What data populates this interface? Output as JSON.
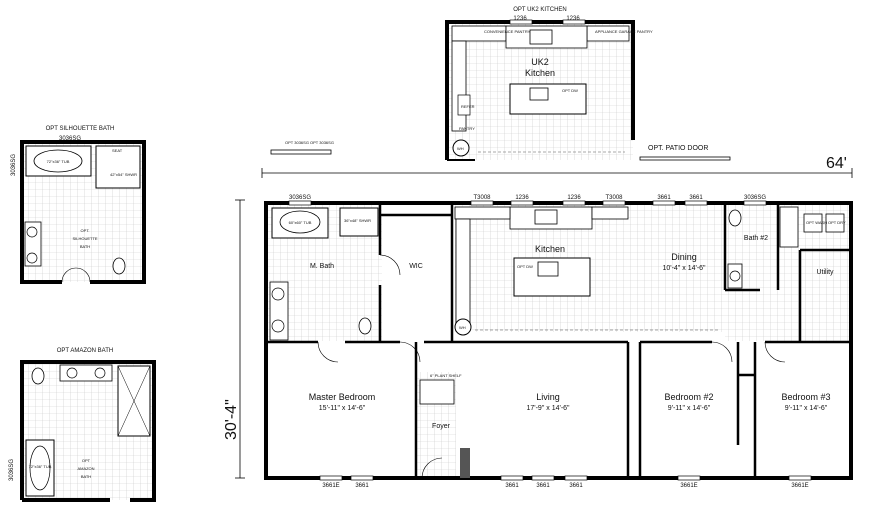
{
  "overall": {
    "width": "64'",
    "depth": "30'-4\""
  },
  "uk2": {
    "title": "OPT UK2 KITCHEN",
    "win_a": "1236",
    "win_b": "1236",
    "room": "UK2",
    "room2": "Kitchen",
    "conv_pantry": "CONVENIENCE PANTRY",
    "appliance": "APPLIANCE GARAGE PANTRY",
    "refer": "REFER",
    "dw": "OPT DW",
    "wh": "WH",
    "pantry": "PANTRY"
  },
  "patio": {
    "label": "OPT. PATIO DOOR"
  },
  "small_windows": {
    "a": "OPT 3036SG",
    "b": "OPT 3036SG"
  },
  "silhouette": {
    "title": "OPT SILHOUETTE BATH",
    "window_top": "3036SG",
    "window_side": "3036SG",
    "tub": "72\"x36\" TUB",
    "seat": "SEAT",
    "shower": "42\"x54\" SHWR",
    "name1": "OPT.",
    "name2": "SILHOUETTE",
    "name3": "BATH"
  },
  "amazon": {
    "title": "OPT AMAZON BATH",
    "window_side": "3036SG",
    "tub": "72\"x36\" TUB",
    "name1": "OPT",
    "name2": "AMAZON",
    "name3": "BATH"
  },
  "plan": {
    "top_windows": [
      "3036SG",
      "T3008",
      "1236",
      "1236",
      "T3008",
      "3661",
      "3661",
      "3036SG"
    ],
    "bottom_windows": [
      "3661E",
      "3661",
      "3661",
      "3661",
      "3661",
      "3661E",
      "3661E"
    ],
    "m_bath": "M. Bath",
    "m_tub": "60\"x60\" TUB",
    "m_shower": "36\"x48\" SHWR",
    "wic": "WIC",
    "kitchen": "Kitchen",
    "dining": {
      "name": "Dining",
      "size": "10'-4\" x 14'-6\""
    },
    "bath2": "Bath #2",
    "utility": "Utility",
    "master": {
      "name": "Master Bedroom",
      "size": "15'-11\" x 14'-6\""
    },
    "foyer": "Foyer",
    "plant_shelf": "6\" PLANT SHELF",
    "living": {
      "name": "Living",
      "size": "17'-9\" x 14'-6\""
    },
    "bed2": {
      "name": "Bedroom #2",
      "size": "9'-11\" x 14'-6\""
    },
    "bed3": {
      "name": "Bedroom #3",
      "size": "9'-11\" x 14'-6\""
    },
    "opt_dw": "OPT DW",
    "wh": "WH",
    "opt_wash": "OPT WASH",
    "opt_dry": "OPT DRY"
  }
}
